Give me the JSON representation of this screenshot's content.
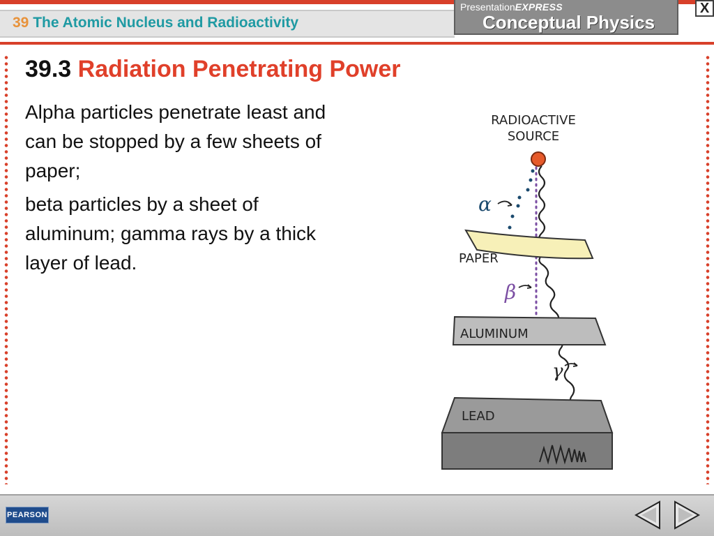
{
  "header": {
    "chapter_number": "39",
    "chapter_title": "The Atomic Nucleus and Radioactivity",
    "brand_prefix": "Presentation",
    "brand_express": "EXPRESS",
    "brand_title": "Conceptual Physics",
    "close_label": "X"
  },
  "slide": {
    "section_number": "39.3",
    "section_title": "Radiation Penetrating Power",
    "paragraphs": [
      "Alpha particles penetrate least and can be stopped by a few sheets of paper;",
      "beta particles by a sheet of aluminum; gamma rays by a thick layer of lead."
    ]
  },
  "illustration": {
    "source_label_line1": "RADIOACTIVE",
    "source_label_line2": "SOURCE",
    "alpha_symbol": "α",
    "beta_symbol": "β",
    "gamma_symbol": "γ",
    "paper_label": "PAPER",
    "aluminum_label": "ALUMINUM",
    "lead_label": "LEAD"
  },
  "footer": {
    "publisher": "PEARSON"
  },
  "colors": {
    "accent_red": "#d8402a",
    "chapter_teal": "#1f9aa3",
    "chapter_orange": "#e8923a",
    "paper_fill": "#f7f0b8",
    "aluminum_fill": "#bdbdbd",
    "lead_fill": "#8d8d8d",
    "beta_purple": "#7b4ea3"
  }
}
